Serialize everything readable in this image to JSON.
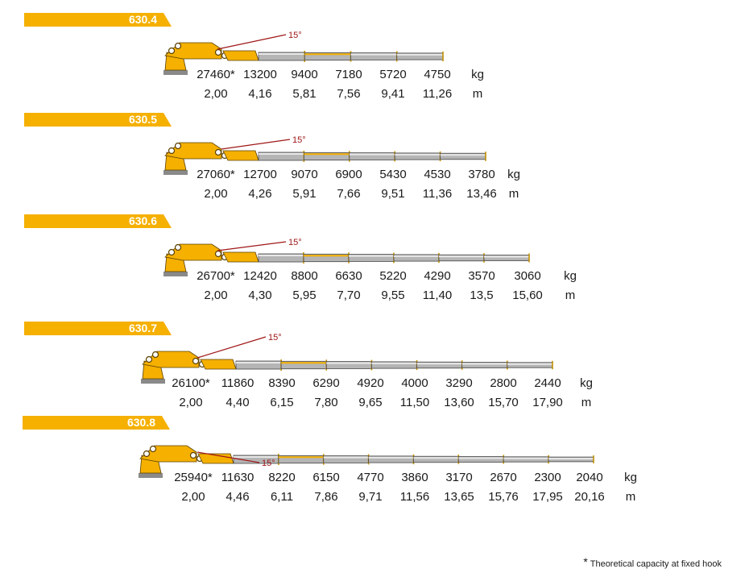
{
  "angle_label": "15°",
  "models": [
    {
      "name": "630.4",
      "kg": [
        "27460*",
        "13200",
        "9400",
        "7180",
        "5720",
        "4750"
      ],
      "m": [
        "2,00",
        "4,16",
        "5,81",
        "7,56",
        "9,41",
        "11,26"
      ],
      "kg_unit": "kg",
      "m_unit": "m"
    },
    {
      "name": "630.5",
      "kg": [
        "27060*",
        "12700",
        "9070",
        "6900",
        "5430",
        "4530",
        "3780"
      ],
      "m": [
        "2,00",
        "4,26",
        "5,91",
        "7,66",
        "9,51",
        "11,36",
        "13,46"
      ],
      "kg_unit": "kg",
      "m_unit": "m"
    },
    {
      "name": "630.6",
      "kg": [
        "26700*",
        "12420",
        "8800",
        "6630",
        "5220",
        "4290",
        "3570",
        "3060"
      ],
      "m": [
        "2,00",
        "4,30",
        "5,95",
        "7,70",
        "9,55",
        "11,40",
        "13,5",
        "15,60"
      ],
      "kg_unit": "kg",
      "m_unit": "m"
    },
    {
      "name": "630.7",
      "kg": [
        "26100*",
        "11860",
        "8390",
        "6290",
        "4920",
        "4000",
        "3290",
        "2800",
        "2440"
      ],
      "m": [
        "2,00",
        "4,40",
        "6,15",
        "7,80",
        "9,65",
        "11,50",
        "13,60",
        "15,70",
        "17,90"
      ],
      "kg_unit": "kg",
      "m_unit": "m"
    },
    {
      "name": "630.8",
      "kg": [
        "25940*",
        "11630",
        "8220",
        "6150",
        "4770",
        "3860",
        "3170",
        "2670",
        "2300",
        "2040"
      ],
      "m": [
        "2,00",
        "4,46",
        "6,11",
        "7,86",
        "9,71",
        "11,56",
        "13,65",
        "15,76",
        "17,95",
        "20,16"
      ],
      "kg_unit": "kg",
      "m_unit": "m"
    }
  ],
  "footnote": {
    "mark": "*",
    "text": "Theoretical capacity at fixed hook"
  },
  "colors": {
    "tag": "#f5b000",
    "boom_yellow": "#f5b000",
    "boom_gray": "#b5b5b5",
    "angle_line": "#a01818"
  }
}
